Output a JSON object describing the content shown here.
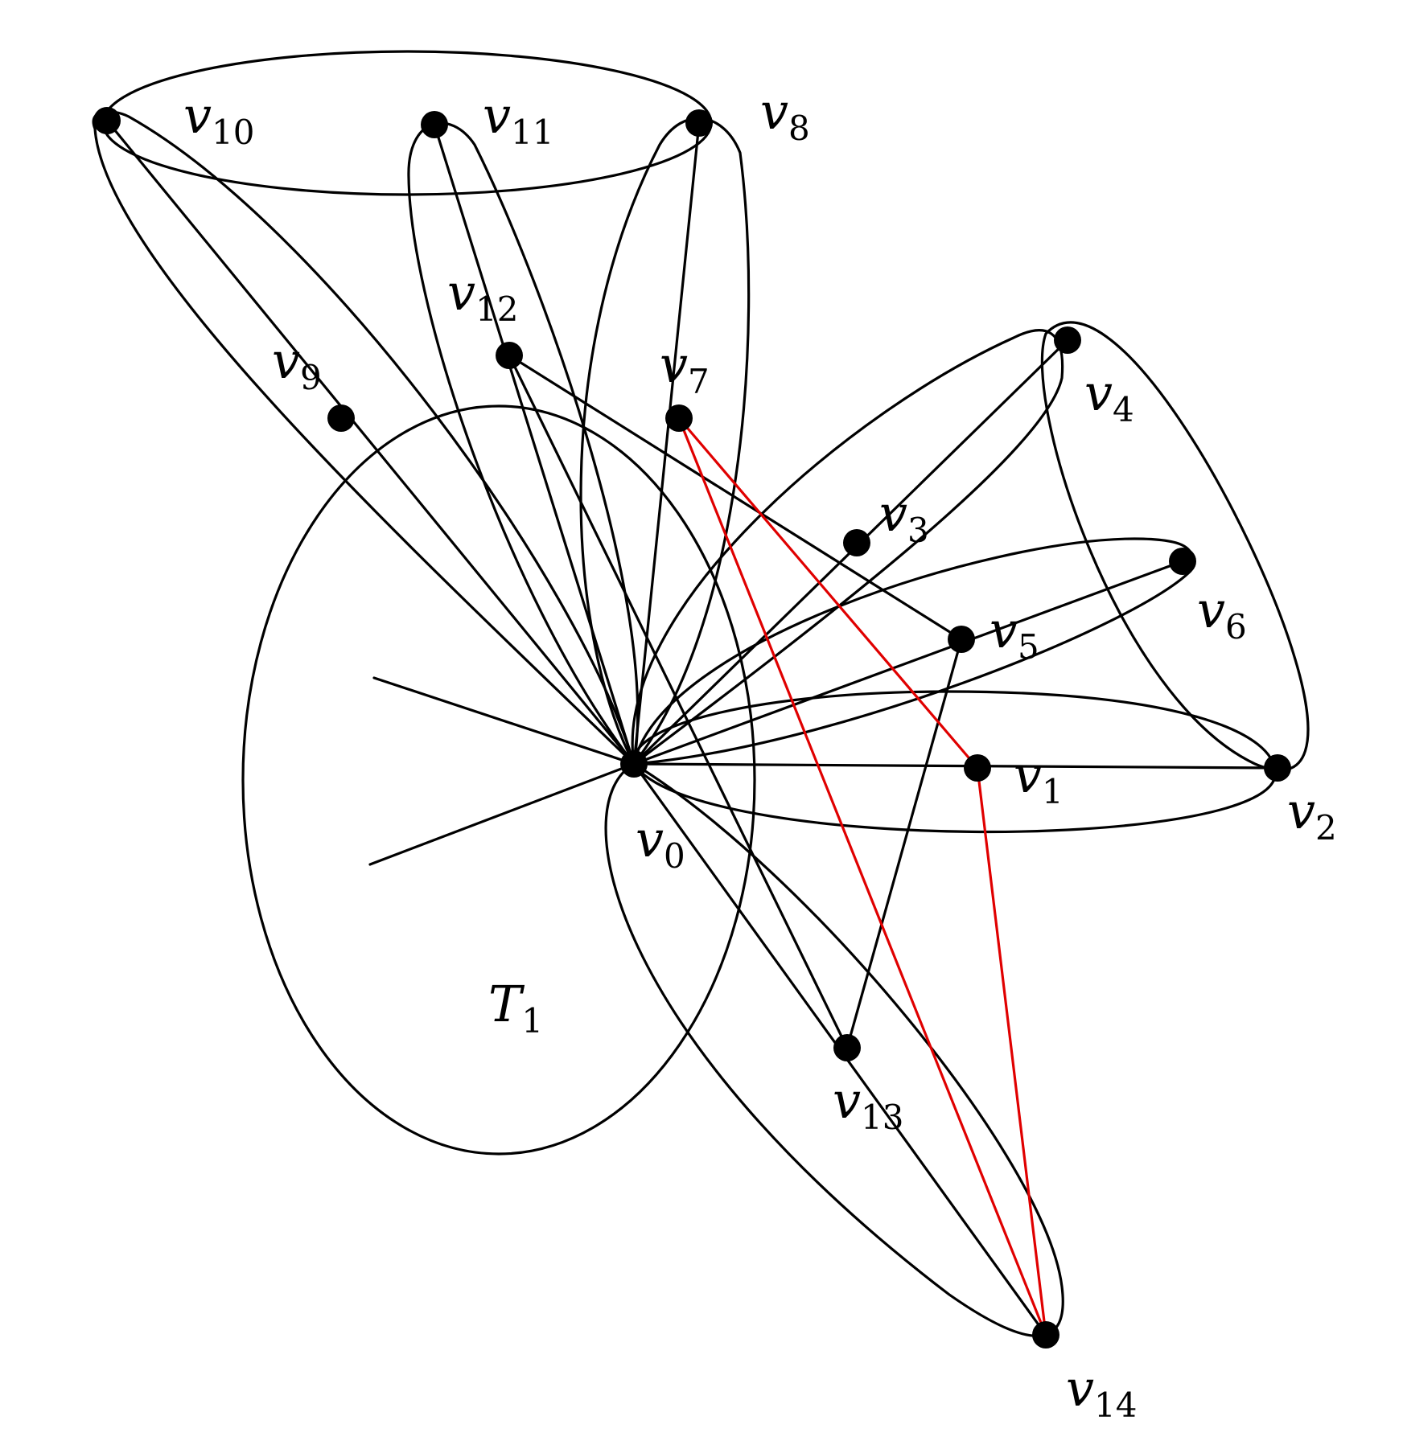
{
  "colors": {
    "default_edge": "#000000",
    "highlight_edge": "#e00000",
    "vertex": "#000000"
  },
  "vertices": [
    {
      "id": "v0",
      "letter": "v",
      "sub": "0"
    },
    {
      "id": "v1",
      "letter": "v",
      "sub": "1"
    },
    {
      "id": "v2",
      "letter": "v",
      "sub": "2"
    },
    {
      "id": "v3",
      "letter": "v",
      "sub": "3"
    },
    {
      "id": "v4",
      "letter": "v",
      "sub": "4"
    },
    {
      "id": "v5",
      "letter": "v",
      "sub": "5"
    },
    {
      "id": "v6",
      "letter": "v",
      "sub": "6"
    },
    {
      "id": "v7",
      "letter": "v",
      "sub": "7"
    },
    {
      "id": "v8",
      "letter": "v",
      "sub": "8"
    },
    {
      "id": "v9",
      "letter": "v",
      "sub": "9"
    },
    {
      "id": "v10",
      "letter": "v",
      "sub": "10"
    },
    {
      "id": "v11",
      "letter": "v",
      "sub": "11"
    },
    {
      "id": "v12",
      "letter": "v",
      "sub": "12"
    },
    {
      "id": "v13",
      "letter": "v",
      "sub": "13"
    },
    {
      "id": "v14",
      "letter": "v",
      "sub": "14"
    }
  ],
  "edges": [
    {
      "from": "v0",
      "to": "v10",
      "highlight": false
    },
    {
      "from": "v0",
      "to": "v11",
      "highlight": false
    },
    {
      "from": "v0",
      "to": "v8",
      "highlight": false
    },
    {
      "from": "v0",
      "to": "v4",
      "highlight": false
    },
    {
      "from": "v0",
      "to": "v6",
      "highlight": false
    },
    {
      "from": "v0",
      "to": "v2",
      "highlight": false
    },
    {
      "from": "v0",
      "to": "v14",
      "highlight": false
    },
    {
      "from": "v12",
      "to": "v5",
      "highlight": false
    },
    {
      "from": "v12",
      "to": "v13",
      "highlight": false
    },
    {
      "from": "v5",
      "to": "v13",
      "highlight": false
    },
    {
      "from": "v7",
      "to": "v1",
      "highlight": true
    },
    {
      "from": "v7",
      "to": "v14",
      "highlight": true
    },
    {
      "from": "v1",
      "to": "v14",
      "highlight": true
    }
  ],
  "region": {
    "letter": "T",
    "sub": "1"
  }
}
